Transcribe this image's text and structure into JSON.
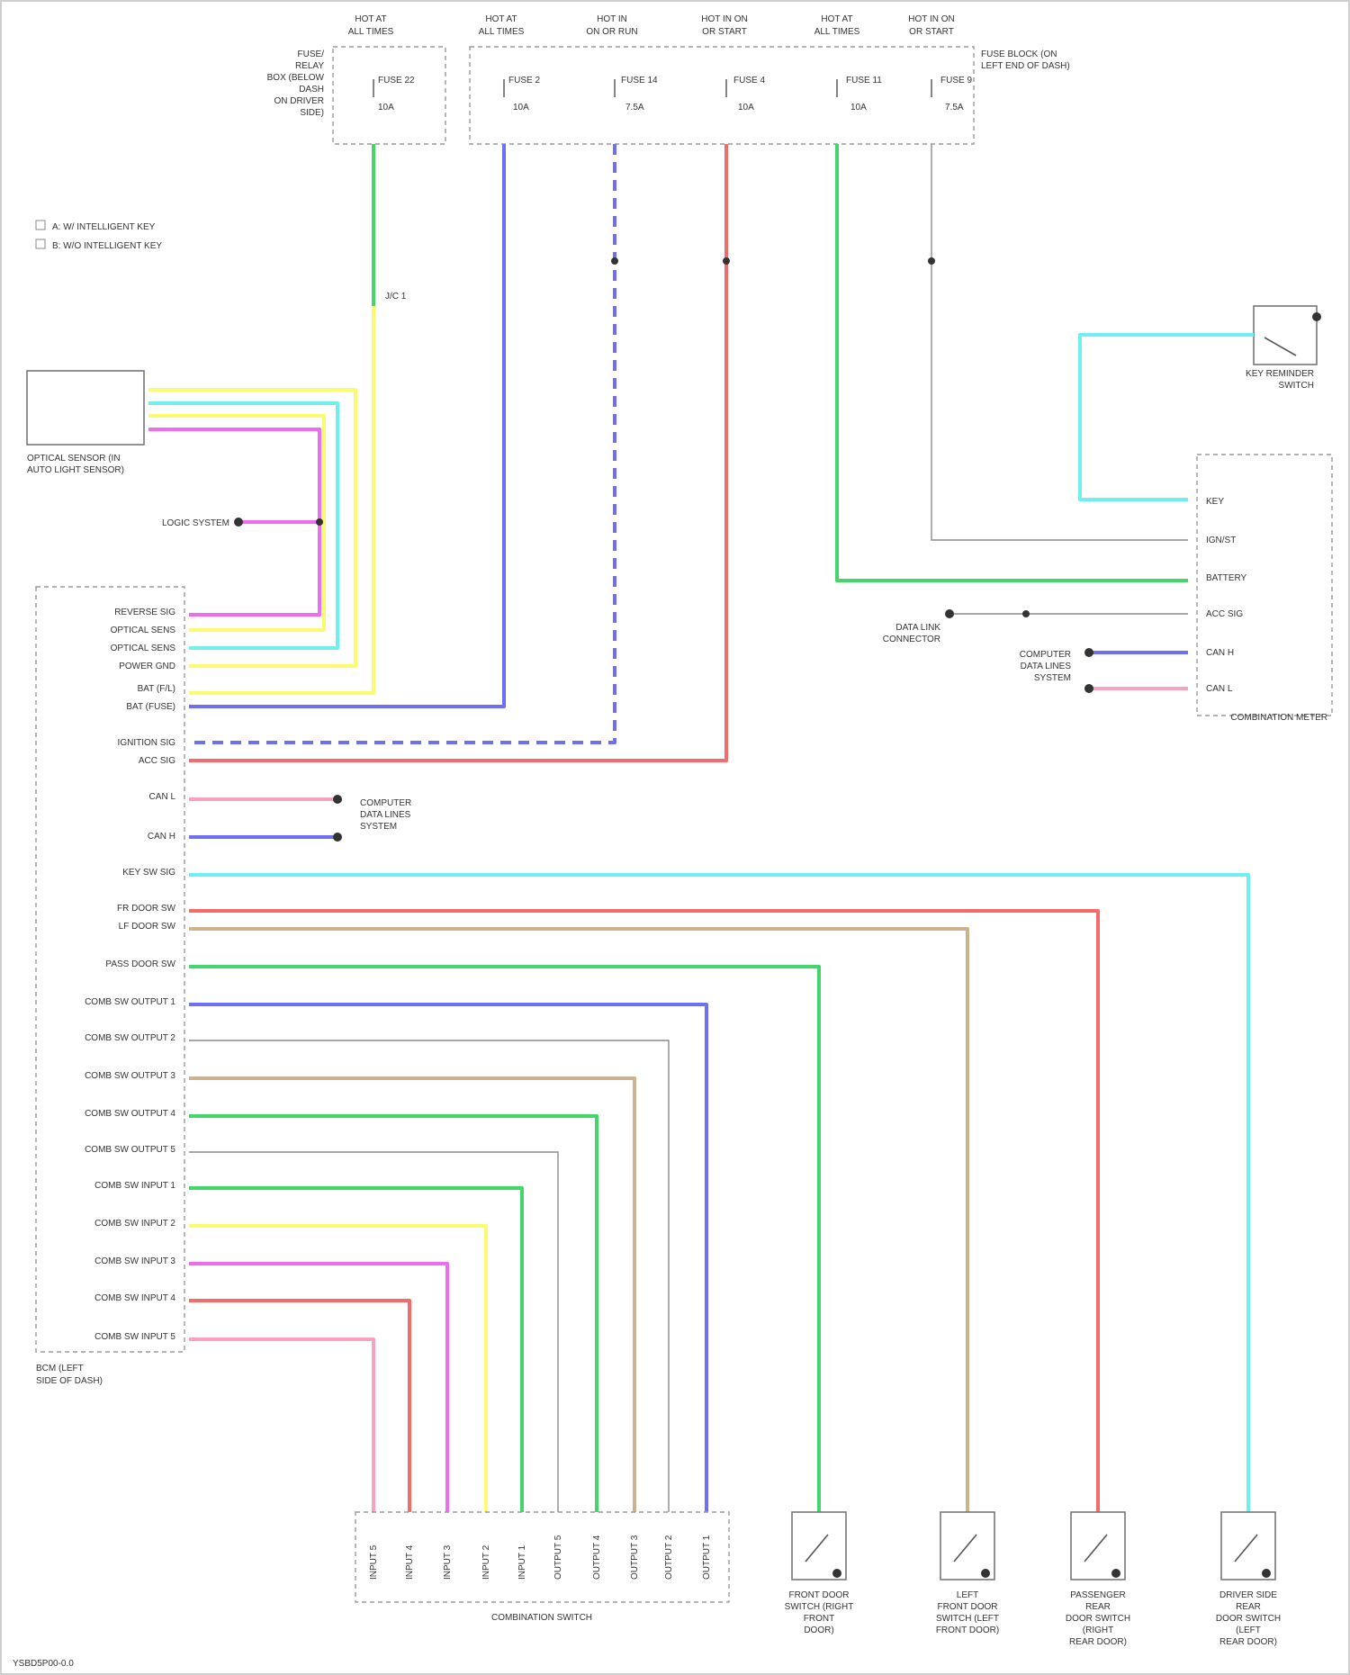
{
  "fuse_supply": [
    {
      "header_line1": "HOT AT",
      "header_line2": "ALL TIMES",
      "fuse": "FUSE 22",
      "amps": "10A"
    },
    {
      "header_line1": "HOT AT",
      "header_line2": "ALL TIMES",
      "fuse": "FUSE 2",
      "amps": "10A"
    },
    {
      "header_line1": "HOT IN",
      "header_line2": "ON OR RUN",
      "fuse": "FUSE 14",
      "amps": "7.5A"
    },
    {
      "header_line1": "HOT IN ON",
      "header_line2": "OR START",
      "fuse": "FUSE 4",
      "amps": "10A"
    },
    {
      "header_line1": "HOT AT",
      "header_line2": "ALL TIMES",
      "fuse": "FUSE 11",
      "amps": "10A"
    },
    {
      "header_line1": "HOT IN ON",
      "header_line2": "OR START",
      "fuse": "FUSE 9",
      "amps": "7.5A"
    }
  ],
  "boxes": {
    "underhood_fuse_box": [
      "FUSE/",
      "RELAY",
      "BOX (BELOW",
      "DASH",
      "ON DRIVER",
      "SIDE)"
    ],
    "fuse_block": [
      "FUSE BLOCK (ON",
      "LEFT END OF DASH)"
    ],
    "optical_sensor": [
      "OPTICAL SENSOR (IN",
      "AUTO LIGHT SENSOR)"
    ],
    "bcm": [
      "BCM (LEFT",
      "SIDE OF DASH)"
    ],
    "key_reminder": [
      "KEY REMINDER",
      "SWITCH"
    ],
    "combination_meter": "COMBINATION METER",
    "combination_switch": "COMBINATION SWITCH",
    "data_link": [
      "DATA LINK",
      "CONNECTOR"
    ]
  },
  "legend": [
    "A: W/ INTELLIGENT KEY",
    "B: W/O INTELLIGENT KEY"
  ],
  "canh_canl_note": [
    "CAN H",
    "CAN L"
  ],
  "can_system": [
    "COMPUTER",
    "DATA LINES",
    "SYSTEM"
  ],
  "bcm_pins": [
    "REVERSE SIG",
    "OPTICAL SENS",
    "OPTICAL SENS",
    "POWER GND",
    "BAT (F/L)",
    "BAT (FUSE)",
    "IGNITION SIG",
    "ACC SIG",
    "CAN L",
    "CAN H",
    "KEY SW SIG",
    "FR DOOR SW",
    "LF DOOR SW",
    "PASS DOOR SW",
    "COMB SW OUTPUT 1",
    "COMB SW OUTPUT 2",
    "COMB SW OUTPUT 3",
    "COMB SW OUTPUT 4",
    "COMB SW OUTPUT 5",
    "COMB SW INPUT 1",
    "COMB SW INPUT 2",
    "COMB SW INPUT 3",
    "COMB SW INPUT 4",
    "COMB SW INPUT 5"
  ],
  "meter_pins": [
    "KEY",
    "IGN/ST",
    "BATTERY",
    "ACC SIG",
    "CAN H",
    "CAN L"
  ],
  "switch_pins": [
    "INPUT 5",
    "INPUT 4",
    "INPUT 3",
    "INPUT 2",
    "INPUT 1",
    "OUTPUT 5",
    "OUTPUT 4",
    "OUTPUT 3",
    "OUTPUT 2",
    "OUTPUT 1"
  ],
  "door_switches": [
    [
      "FRONT DOOR",
      "SWITCH (RIGHT",
      "FRONT",
      "DOOR)"
    ],
    [
      "LEFT",
      "FRONT DOOR",
      "SWITCH (LEFT",
      "FRONT DOOR)"
    ],
    [
      "PASSENGER",
      "REAR",
      "DOOR SWITCH",
      "(RIGHT",
      "REAR DOOR)"
    ],
    [
      "DRIVER SIDE",
      "REAR",
      "DOOR SWITCH",
      "(LEFT",
      "REAR DOOR)"
    ]
  ],
  "wire_colors": [
    "GRN",
    "BLU",
    "BLU",
    "RED",
    "LT GRN",
    "GRY",
    "YEL",
    "LT BLU",
    "PPL",
    "PNK",
    "BRN",
    "WHT"
  ],
  "footer_code": "YSBD5P00-0.0",
  "colors": {
    "green": "#44d66a",
    "blue": "#6f6ff2",
    "red": "#f36b6b",
    "yellow": "#fbfb6e",
    "cyan": "#6ef0f0",
    "magenta": "#ef6cef",
    "pink": "#f6a3c0",
    "tan": "#c9b48d",
    "gray": "#c9c9c9"
  }
}
